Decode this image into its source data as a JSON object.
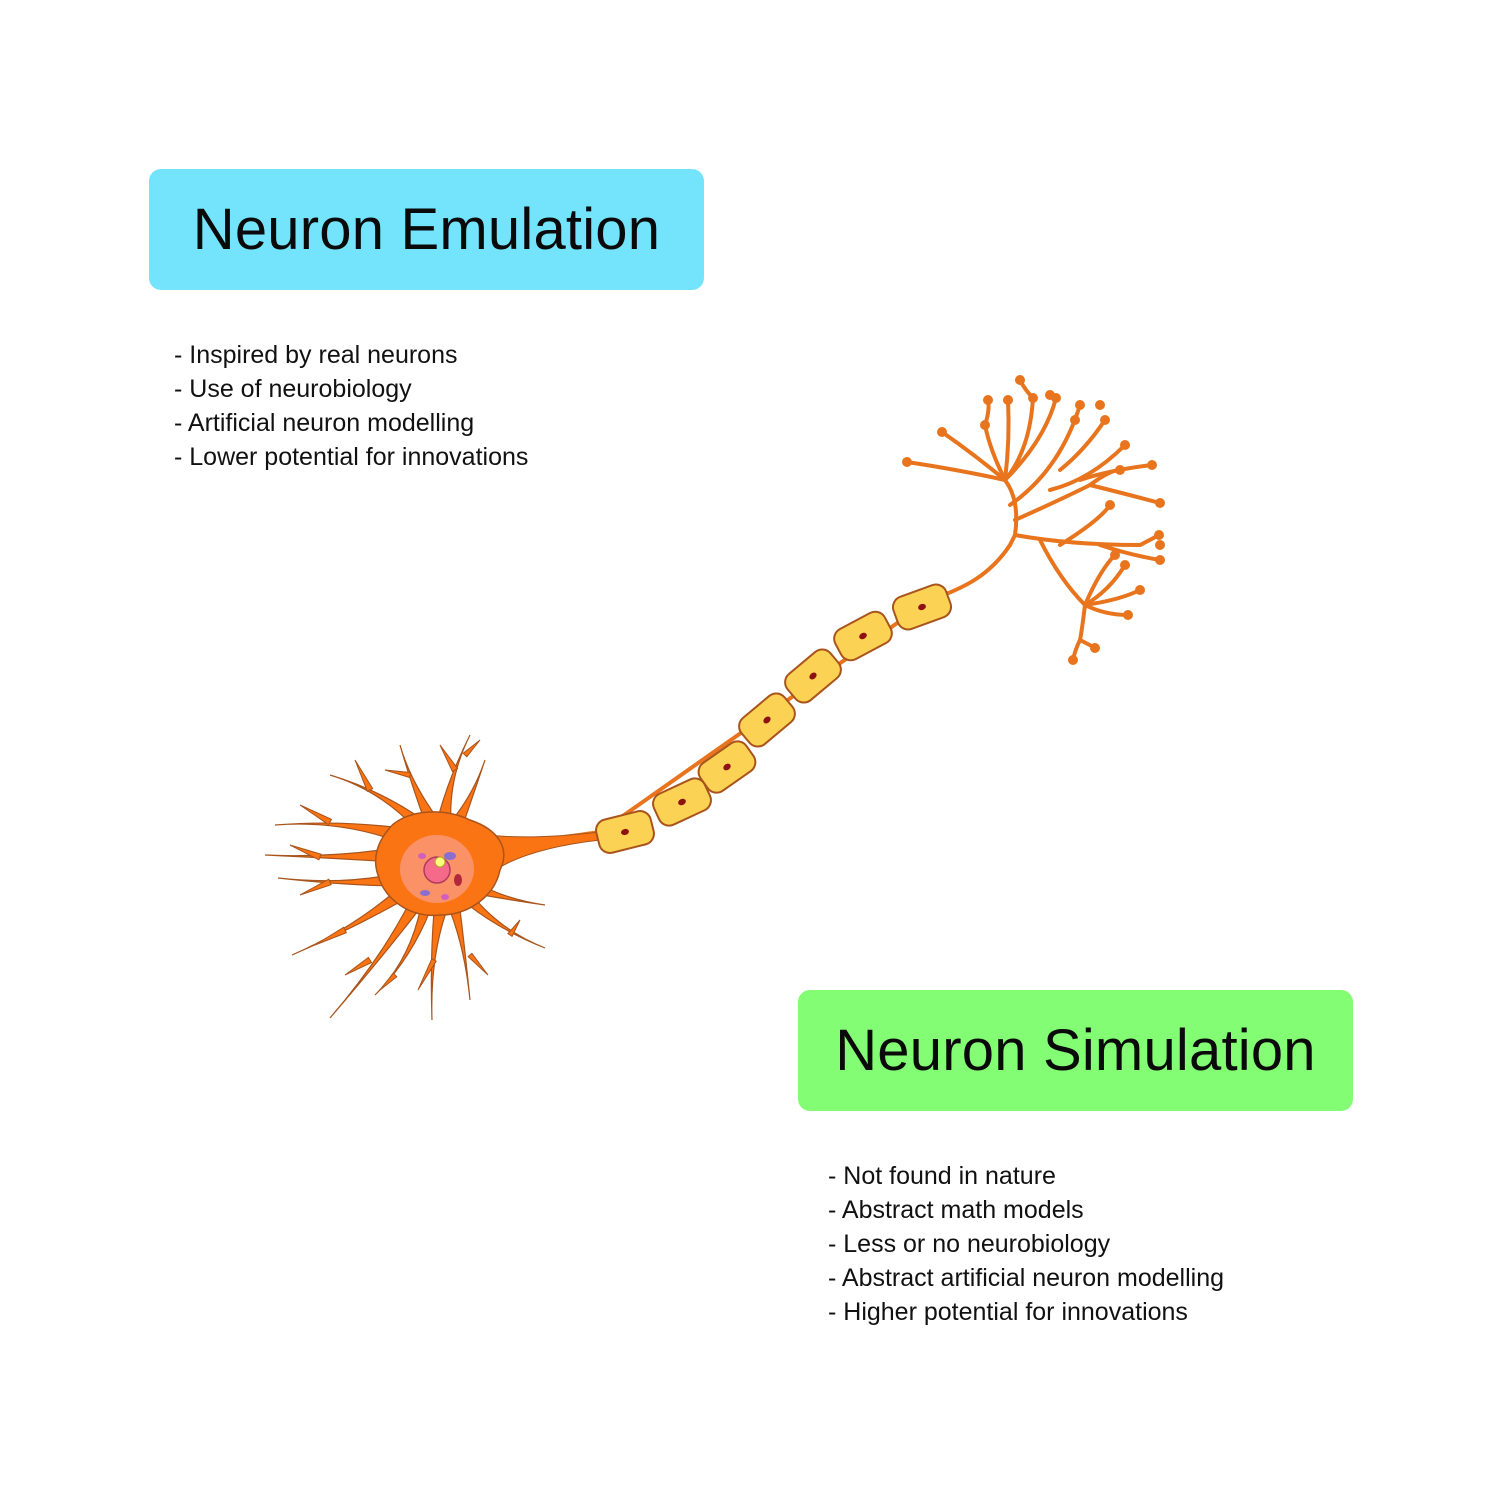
{
  "emulation": {
    "title": "Neuron Emulation",
    "color": "#74e4fd",
    "points": [
      "- Inspired by real neurons",
      "- Use of neurobiology",
      "- Artificial neuron modelling",
      "- Lower potential for innovations"
    ]
  },
  "simulation": {
    "title": "Neuron Simulation",
    "color": "#82fd74",
    "points": [
      "- Not found in nature",
      "- Abstract math models",
      "- Less or no neurobiology",
      "- Abstract artificial neuron modelling",
      "- Higher potential for innovations"
    ]
  },
  "neuron_colors": {
    "cell_body": "#fb7413",
    "nucleus_area": "#fb9166",
    "myelin": "#fbd254",
    "node_dot": "#8e1212",
    "outline": "#a8541c",
    "terminal": "#e8741e"
  }
}
